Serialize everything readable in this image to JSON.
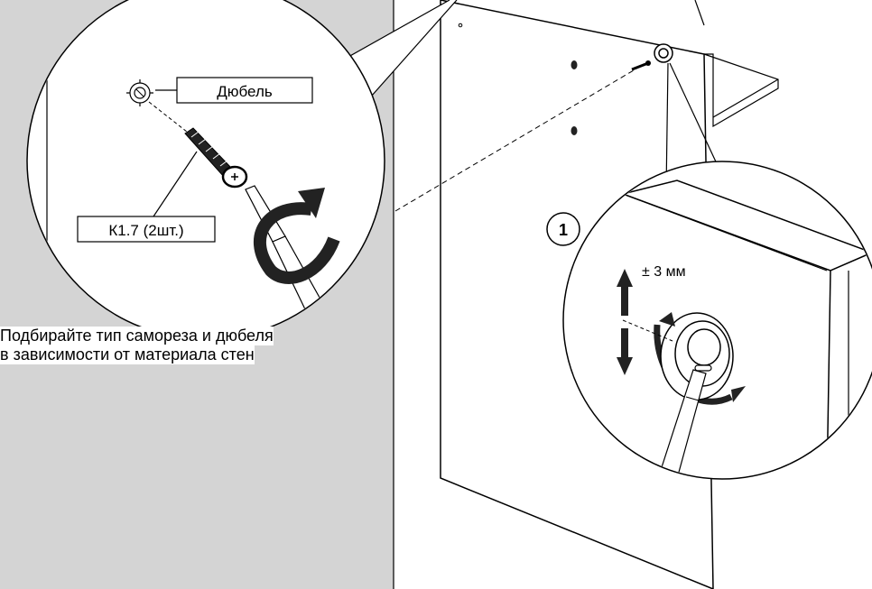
{
  "labels": {
    "dowel": "Дюбель",
    "screw": "К1.7 (2шт.)",
    "step_number": "1",
    "adjustment": "± 3 мм"
  },
  "note": {
    "line1": "Подбирайте тип самореза и дюбеля",
    "line2": "в зависимости от материала стен"
  },
  "colors": {
    "wall": "#d4d4d4",
    "panel": "#ffffff",
    "line": "#000000"
  }
}
